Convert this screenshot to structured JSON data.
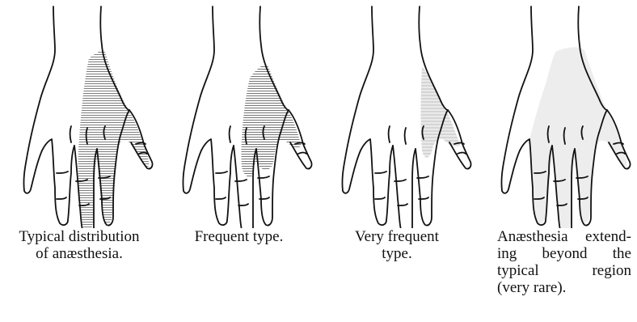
{
  "figures": [
    {
      "caption": [
        "Typical distribution",
        "of anæsthesia."
      ],
      "shading": "ulnar-typical"
    },
    {
      "caption": [
        "Frequent type."
      ],
      "shading": "ulnar-frequent"
    },
    {
      "caption": [
        "Very frequent",
        "type."
      ],
      "shading": "ulnar-very-frequent"
    },
    {
      "caption": [
        "Anæsthesia extend-",
        "ing beyond the",
        "typical region",
        "(very rare)."
      ],
      "shading": "extended-rare"
    }
  ],
  "colors": {
    "ink": "#111111",
    "shading": "#8a8a8a",
    "paper": "#ffffff"
  }
}
